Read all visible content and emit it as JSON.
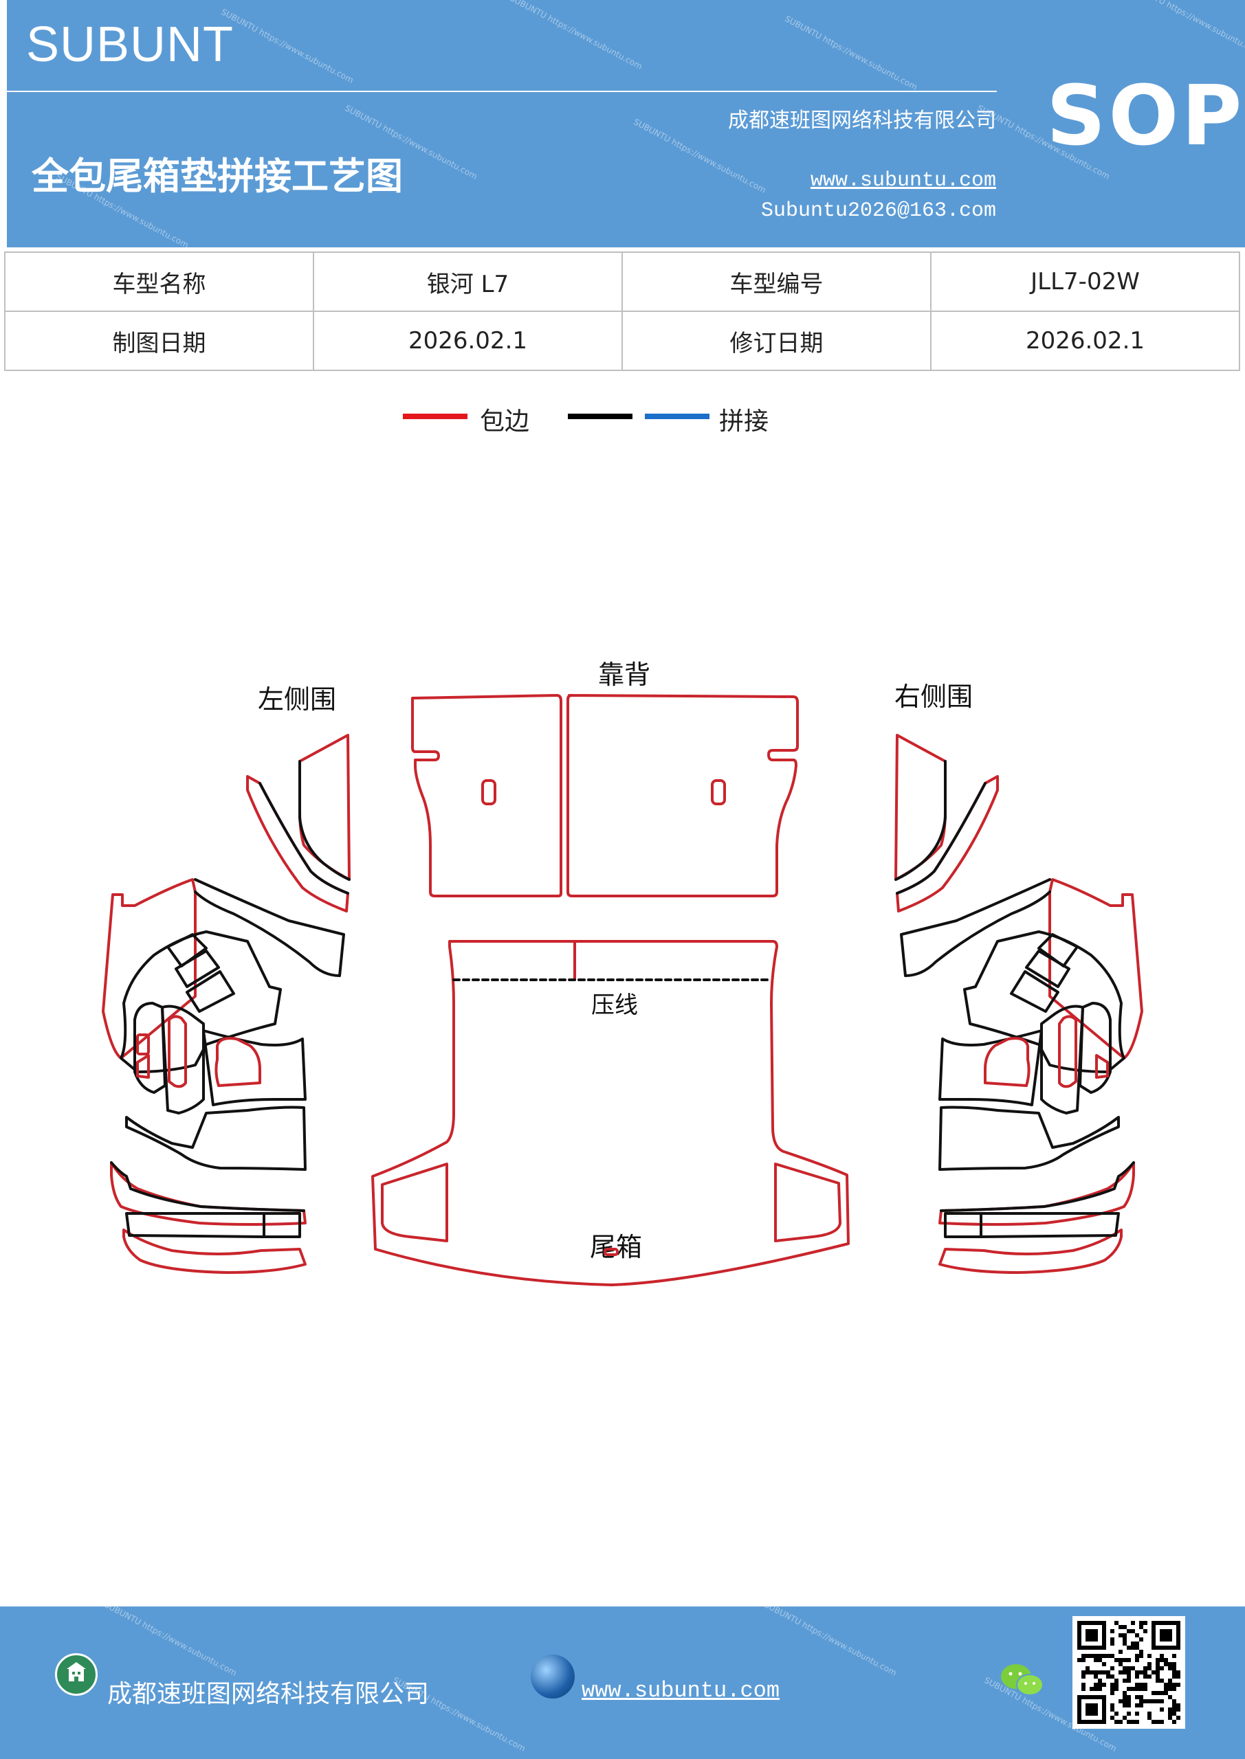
{
  "header": {
    "brand": "SUBUNT",
    "sop": "SOP",
    "company": "成都速班图网络科技有限公司",
    "title": "全包尾箱垫拼接工艺图",
    "website": "www.subuntu.com",
    "email": "Subuntu2026@163.com",
    "watermark": "SUBUNTU https://www.subuntu.com"
  },
  "info_table": {
    "rows": [
      [
        "车型名称",
        "银河 L7",
        "车型编号",
        "JLL7-02W"
      ],
      [
        "制图日期",
        "2026.02.1",
        "修订日期",
        "2026.02.1"
      ]
    ]
  },
  "legend": {
    "items": [
      {
        "label": "包边",
        "color": "#e3171c"
      },
      {
        "label": "",
        "color": "#000000"
      },
      {
        "label": "拼接",
        "color": "#1a6fc9"
      }
    ]
  },
  "diagram": {
    "labels": {
      "left": "左侧围",
      "back": "靠背",
      "right": "右侧围",
      "press": "压线",
      "trunk": "尾箱"
    },
    "colors": {
      "edge": "#c9252c",
      "seam": "#111111"
    }
  },
  "footer": {
    "company": "成都速班图网络科技有限公司",
    "website": "www.subuntu.com"
  }
}
